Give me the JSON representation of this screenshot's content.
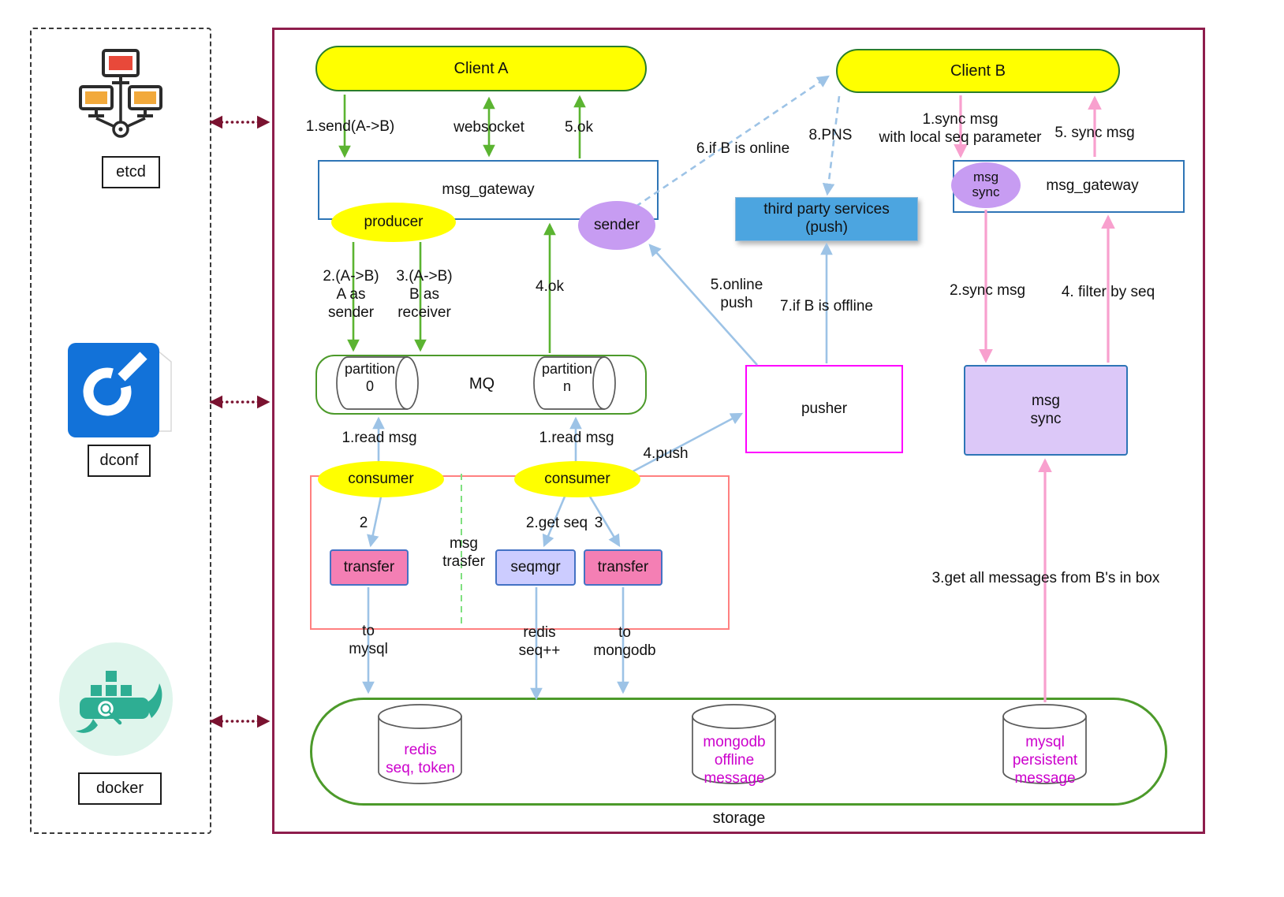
{
  "sidebar": {
    "items": [
      {
        "label": "etcd"
      },
      {
        "label": "dconf"
      },
      {
        "label": "docker"
      }
    ]
  },
  "clients": {
    "a": "Client A",
    "b": "Client B"
  },
  "left_flow": {
    "gateway": "msg_gateway",
    "producer": "producer",
    "sender": "sender",
    "send": "1.send(A->B)",
    "websocket": "websocket",
    "ok5": "5.ok",
    "to_p0": "2.(A->B)\nA as\nsender",
    "to_pn": "3.(A->B)\nB as\nreceiver",
    "ok4": "4.ok",
    "mq": "MQ",
    "partition0": "partition\n0",
    "partitionn": "partition\nn",
    "read_left": "1.read msg",
    "read_right": "1.read msg",
    "consumer_left": "consumer",
    "consumer_right": "consumer",
    "step2": "2",
    "get_seq": "2.get seq",
    "step3": "3",
    "push4": "4.push",
    "msg_trasfer": "msg\ntrasfer",
    "transfer_left": "transfer",
    "seqmgr": "seqmgr",
    "transfer_right": "transfer",
    "to_mysql": "to\nmysql",
    "redis_seq": "redis\nseq++",
    "to_mongodb": "to\nmongodb"
  },
  "push_flow": {
    "pusher": "pusher",
    "third_party": "third party services\n(push)",
    "online_push": "5.online\npush",
    "if_offline": "7.if B is offline",
    "if_online": "6.if B is online",
    "pns": "8.PNS"
  },
  "sync_flow": {
    "gateway": "msg_gateway",
    "msg_sync_badge": "msg\nsync",
    "sync1": "1.sync msg\nwith local seq parameter",
    "sync5": "5. sync msg",
    "sync2": "2.sync msg",
    "filter4": "4. filter by seq",
    "msg_sync_box": "msg\nsync",
    "get_all": "3.get all messages from B's in box"
  },
  "storage": {
    "title": "storage",
    "redis": "redis\nseq, token",
    "mongodb": "mongodb\noffline\nmessage",
    "mysql": "mysql\npersistent\nmessage"
  },
  "colors": {
    "yellow": "#FFFF00",
    "pill-border": "#2A7E2A",
    "green-line": "#5BB431",
    "green-box": "#4C9A2A",
    "blue-border": "#2E75B6",
    "blue-fill": "#4CA5E0",
    "purple-fill": "#C79CF2",
    "lavender-fill": "#DCC8F8",
    "pink-fill": "#F47FB4",
    "periwinkle-fill": "#CCCCFF",
    "pink-arrow": "#F8A0CE",
    "blue-arrow": "#9DC3E6",
    "magenta": "#FF00FF",
    "db-text": "#CC00CC",
    "salmon": "#FF8080",
    "maroon": "#8E1D4C"
  }
}
